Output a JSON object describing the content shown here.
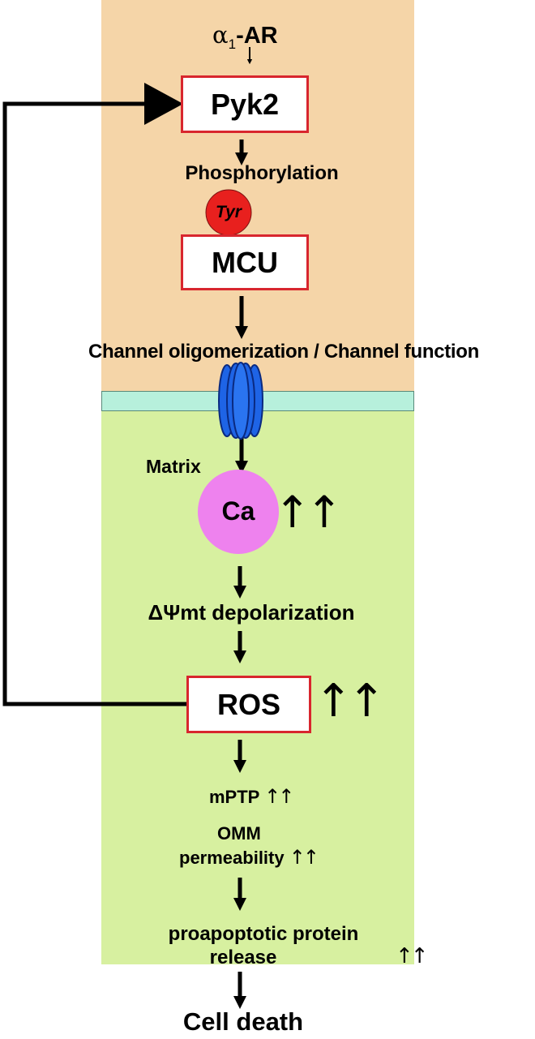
{
  "receptor": {
    "symbol": "α",
    "subscript": "1",
    "suffix": "-AR"
  },
  "nodes": {
    "pyk2": "Pyk2",
    "phosphorylation": "Phosphorylation",
    "tyr": "Tyr",
    "mcu": "MCU",
    "channel": "Channel oligomerization / Channel function",
    "matrix": "Matrix",
    "ca": "Ca",
    "ca_increase": "↑↑",
    "depolarization": "ΔΨmt depolarization",
    "ros": "ROS",
    "ros_increase": "↑↑",
    "mptp": "mPTP",
    "mptp_increase": "↑↑",
    "omm_line1": "OMM",
    "omm_line2": "permeability",
    "omm_increase": "↑↑",
    "release_line1": "proapoptotic protein",
    "release_line2": "release",
    "release_increase": "↑↑",
    "cell_death": "Cell death"
  },
  "colors": {
    "cytosol": "#f5d5a8",
    "membrane": "#b7f0dc",
    "matrix": "#d7f0a0",
    "box_border": "#d8262e",
    "tyr_fill": "#e8201e",
    "ca_fill": "#ee82ee",
    "channel_fill": "#1e64e6"
  }
}
